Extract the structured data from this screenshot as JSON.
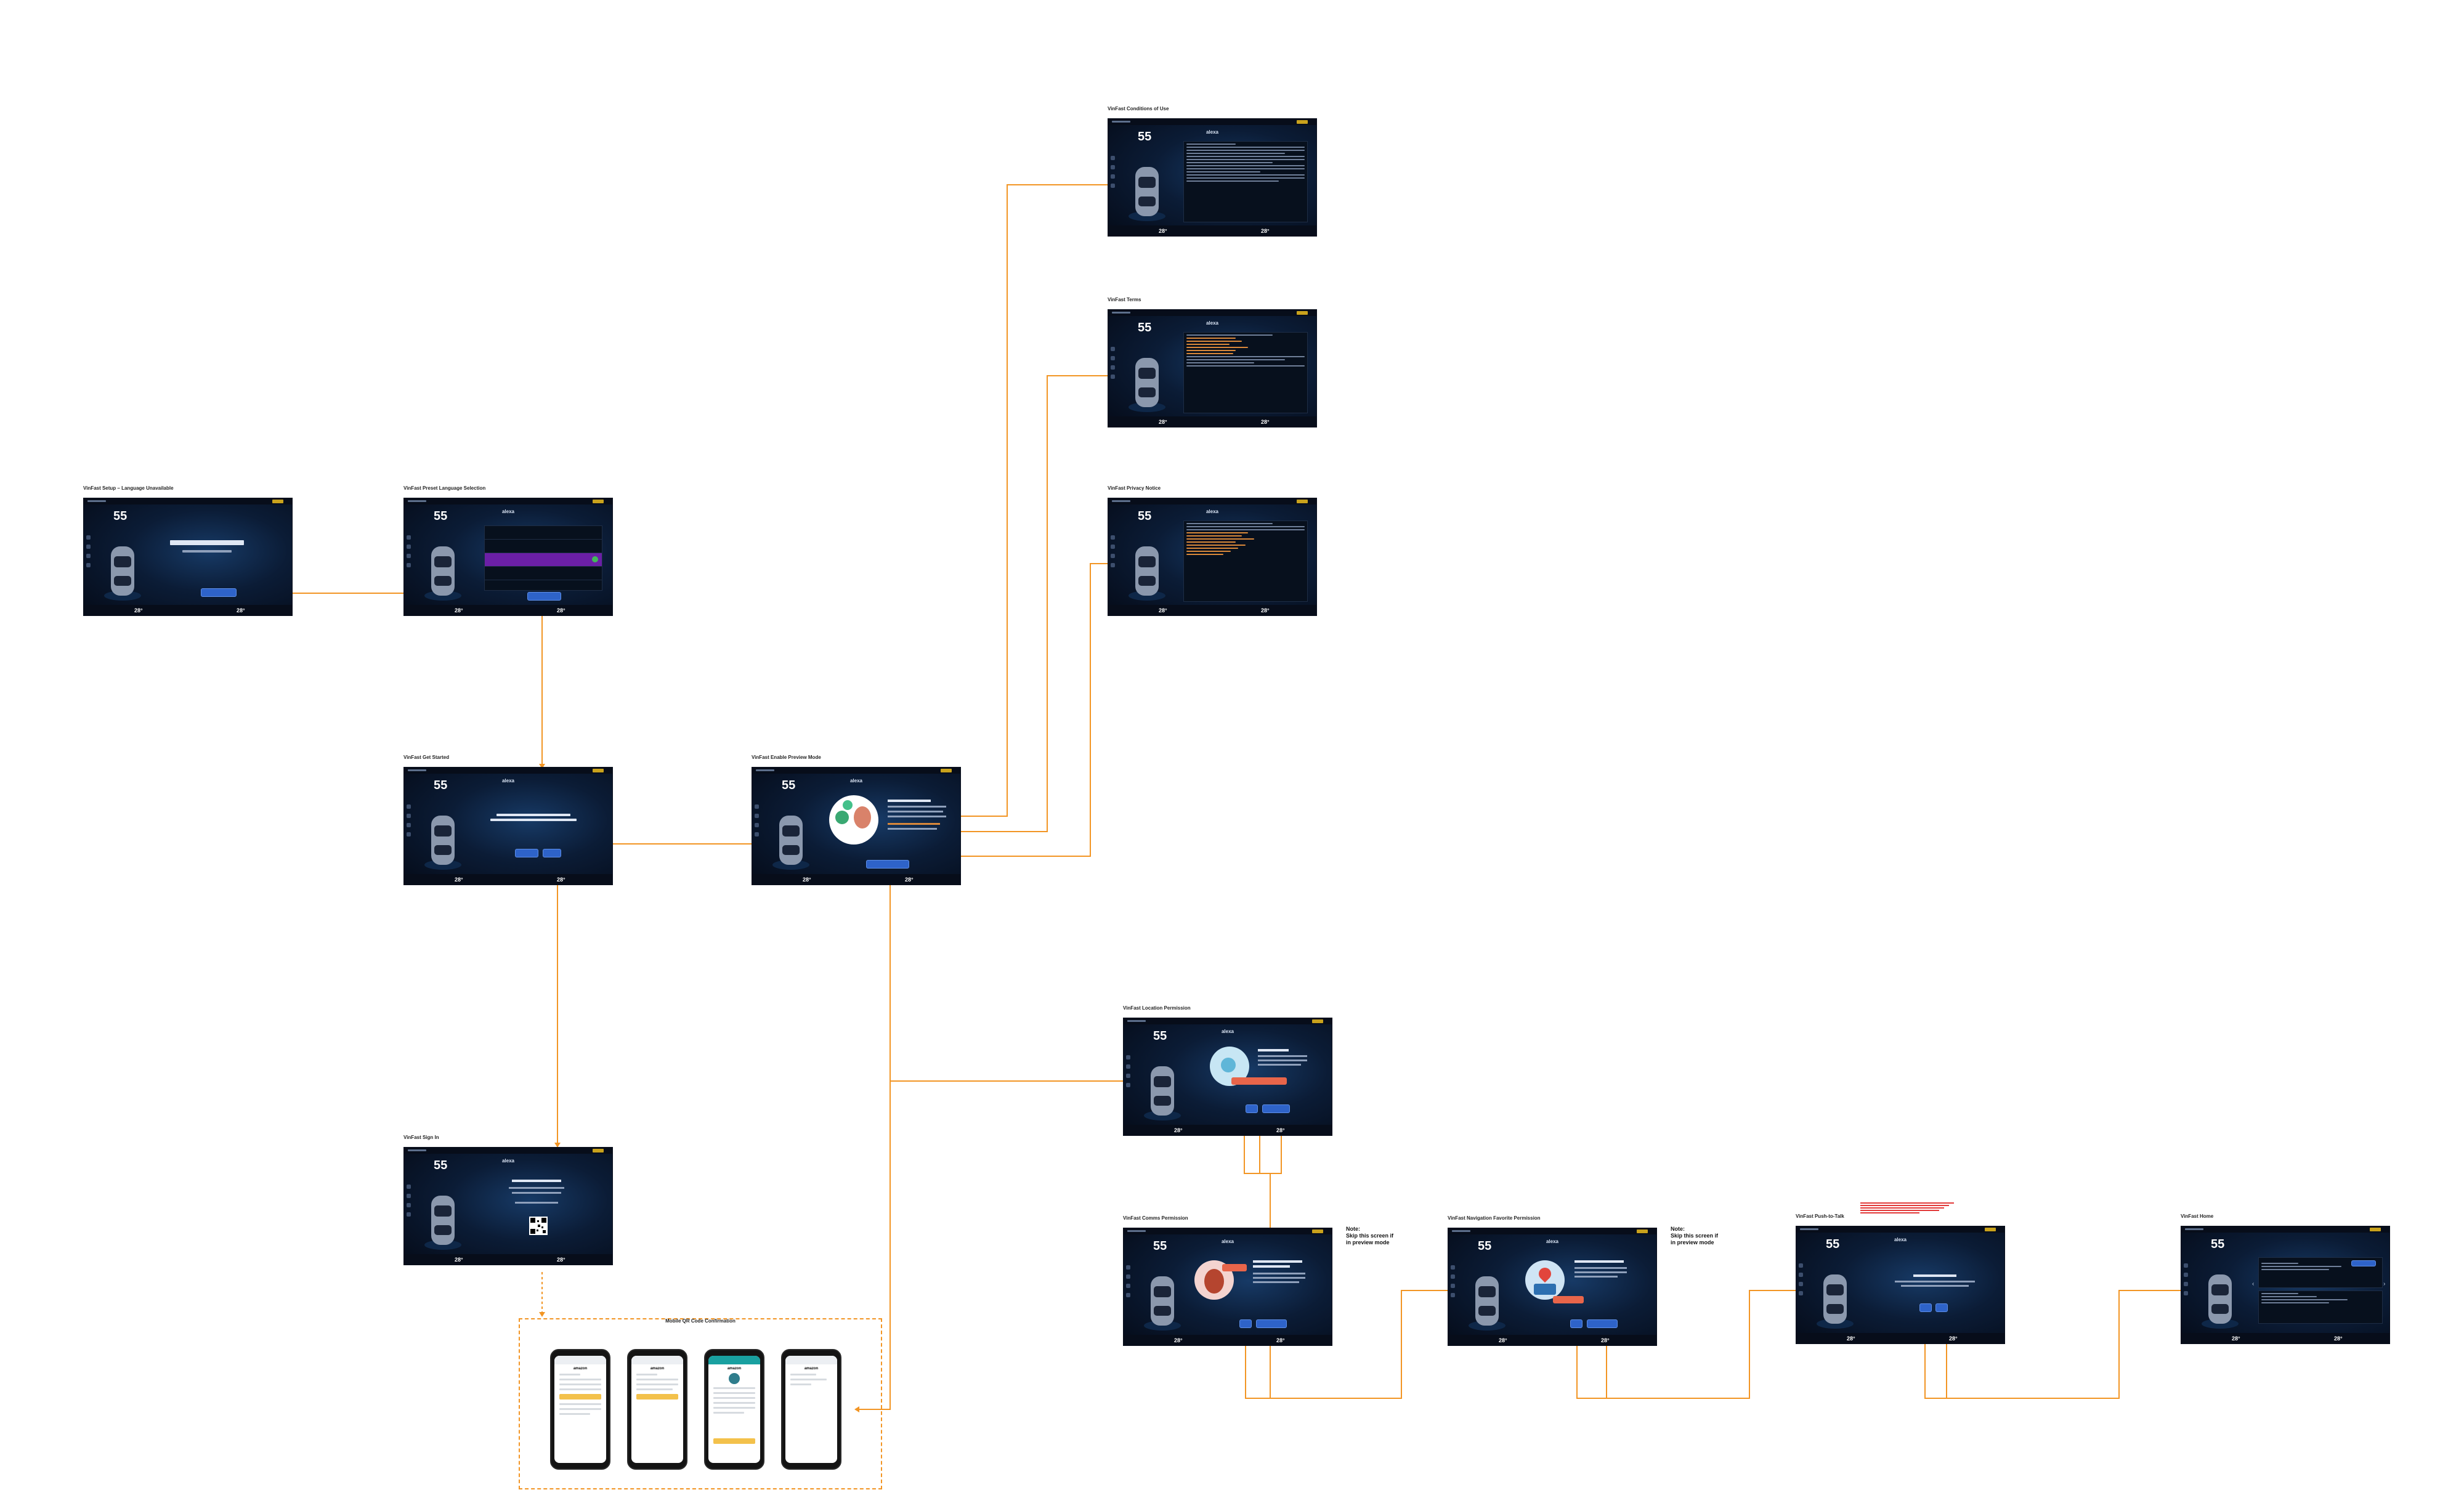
{
  "screens": {
    "lang_unavailable": {
      "title": "VinFast Setup – Language Unavailable",
      "speed": "55",
      "temp_left": "28°",
      "temp_right": "28°"
    },
    "lang_selection": {
      "title": "VinFast Preset Language Selection",
      "speed": "55",
      "temp_left": "28°",
      "temp_right": "28°"
    },
    "get_started": {
      "title": "VinFast Get Started",
      "speed": "55",
      "temp_left": "28°",
      "temp_right": "28°"
    },
    "enable_preview": {
      "title": "VinFast Enable Preview Mode",
      "speed": "55",
      "temp_left": "28°",
      "temp_right": "28°"
    },
    "conditions": {
      "title": "VinFast Conditions of Use",
      "speed": "55",
      "temp_left": "28°",
      "temp_right": "28°"
    },
    "terms": {
      "title": "VinFast Terms",
      "speed": "55",
      "temp_left": "28°",
      "temp_right": "28°"
    },
    "privacy": {
      "title": "VinFast Privacy Notice",
      "speed": "55",
      "temp_left": "28°",
      "temp_right": "28°"
    },
    "sign_in": {
      "title": "VinFast Sign In",
      "speed": "55",
      "temp_left": "28°",
      "temp_right": "28°"
    },
    "location": {
      "title": "VinFast Location Permission",
      "speed": "55",
      "temp_left": "28°",
      "temp_right": "28°"
    },
    "comms": {
      "title": "VinFast Comms Permission",
      "speed": "55",
      "temp_left": "28°",
      "temp_right": "28°"
    },
    "nav_fav": {
      "title": "VinFast Navigation Favorite Permission",
      "speed": "55",
      "temp_left": "28°",
      "temp_right": "28°"
    },
    "push_to_talk": {
      "title": "VinFast Push-to-Talk",
      "speed": "55",
      "temp_left": "28°",
      "temp_right": "28°"
    },
    "home": {
      "title": "VinFast Home",
      "speed": "55",
      "temp_left": "28°",
      "temp_right": "28°"
    }
  },
  "mobile": {
    "title": "Mobile QR Code Confirmation",
    "phone_headers": [
      "amazon",
      "amazon",
      "amazon",
      "amazon"
    ]
  },
  "notes": {
    "comms": [
      "Note:",
      "Skip this screen if",
      "in preview mode"
    ],
    "nav": [
      "Note:",
      "Skip this screen if",
      "in preview mode"
    ]
  },
  "logo": "alexa",
  "colors": {
    "connector": "#f29524",
    "screen_bg": "#0b1c36",
    "button": "#2e63c9",
    "selected_lang": "#6b1fa6"
  }
}
